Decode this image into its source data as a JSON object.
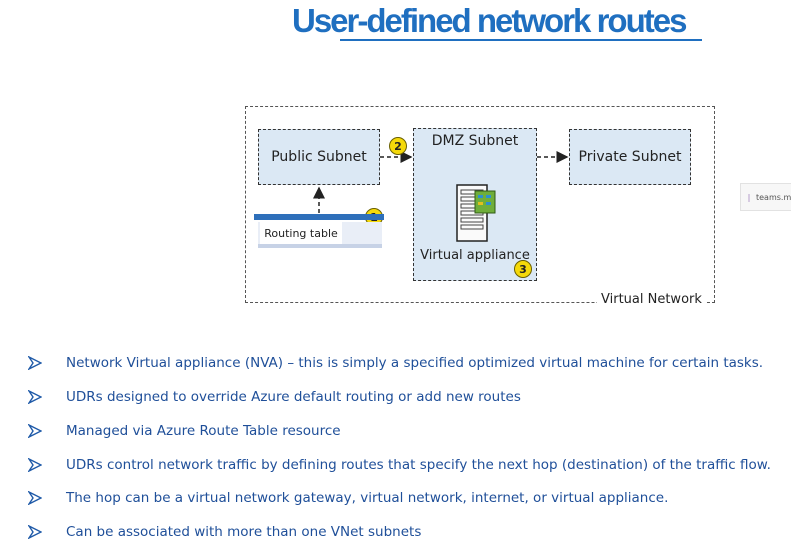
{
  "slide": {
    "title": "User-defined network routes"
  },
  "diagram": {
    "public_subnet": "Public Subnet",
    "dmz_subnet": "DMZ Subnet",
    "private_subnet": "Private Subnet",
    "virtual_appliance": "Virtual appliance",
    "routing_table": "Routing table",
    "virtual_network": "Virtual Network",
    "badges": [
      "1",
      "2",
      "3"
    ],
    "colors": {
      "subnet_fill": "#dbe8f4",
      "badge": "#f5d90a",
      "accent": "#1f6fc0"
    }
  },
  "tooltip": {
    "text": "teams.mic"
  },
  "bullets": [
    "Network Virtual appliance (NVA) –  this is simply a specified optimized virtual machine for certain tasks.",
    "UDRs designed to override Azure default routing or add new routes",
    "Managed via Azure Route Table resource",
    "UDRs control network traffic by defining routes that specify the next hop (destination) of the traffic flow.",
    "The hop can be a virtual network gateway, virtual network, internet, or virtual appliance.",
    "Can be associated with more than one VNet subnets"
  ]
}
